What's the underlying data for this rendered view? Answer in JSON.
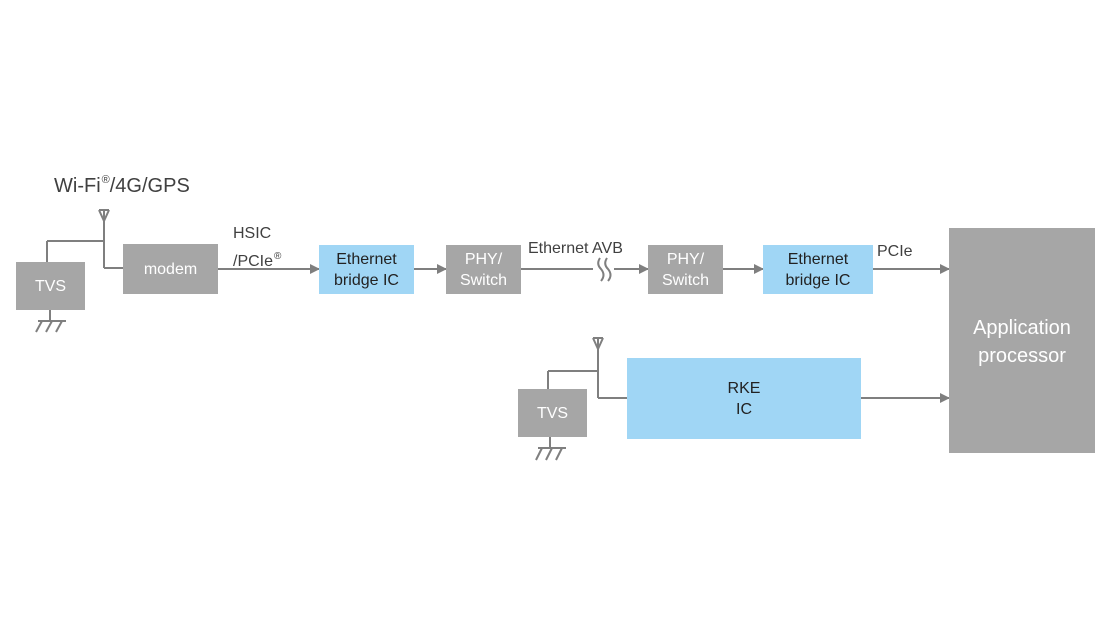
{
  "labels": {
    "wifi": "Wi-Fi",
    "wifi_suffix": "/4G/GPS",
    "registered": "®",
    "hsic": "HSIC",
    "pcie_slash": "/PCIe",
    "ethernet_avb": "Ethernet AVB",
    "pcie": "PCIe"
  },
  "blocks": {
    "tvs_top": "TVS",
    "modem": "modem",
    "eth_bridge_1_line1": "Ethernet",
    "eth_bridge_1_line2": "bridge IC",
    "phy_switch_1_line1": "PHY/",
    "phy_switch_1_line2": "Switch",
    "phy_switch_2_line1": "PHY/",
    "phy_switch_2_line2": "Switch",
    "eth_bridge_2_line1": "Ethernet",
    "eth_bridge_2_line2": "bridge IC",
    "app_processor_line1": "Application",
    "app_processor_line2": "processor",
    "tvs_bottom": "TVS",
    "rke_line1": "RKE",
    "rke_line2": "IC"
  },
  "colors": {
    "gray_block": "#a6a6a6",
    "blue_block": "#a0d6f5",
    "connector": "#7f7f7f",
    "label_text": "#404040"
  }
}
